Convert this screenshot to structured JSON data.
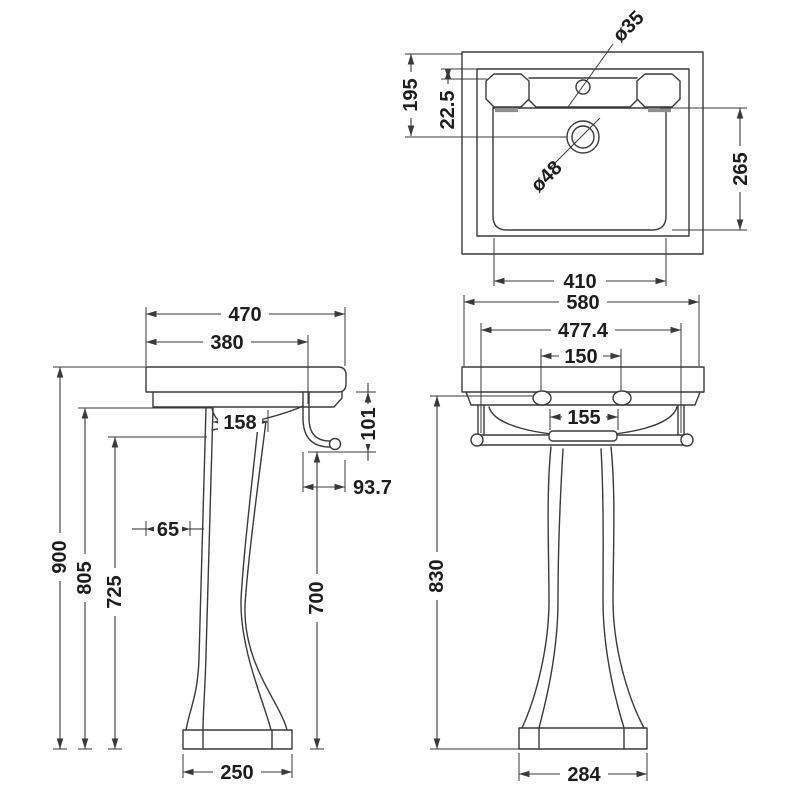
{
  "dimensions": {
    "plan": {
      "tap_hole_diameter": "ø35",
      "back_edge_to_waste": "195",
      "back_rim_inset": "22.5",
      "waste_diameter": "ø48",
      "bowl_depth": "265",
      "bowl_width": "410"
    },
    "side": {
      "overall_depth": "470",
      "tap_hole_setback": "380",
      "waste_to_front": "158",
      "rail_drop": "101",
      "rail_projection": "93.7",
      "pedestal_setback": "65",
      "overall_height": "900",
      "underside_height": "805",
      "bowl_bottom_height": "725",
      "rail_height": "700",
      "base_depth": "250"
    },
    "front": {
      "overall_width": "580",
      "rail_centres": "477.4",
      "tap_hole_centres": "150",
      "overflow_width": "155",
      "underside_height": "830",
      "base_width": "284"
    }
  },
  "colors": {
    "background": "#ffffff",
    "line": "#3a3a3a",
    "label": "#1d1d1d",
    "ledge_gray": "#8f8f8f"
  }
}
